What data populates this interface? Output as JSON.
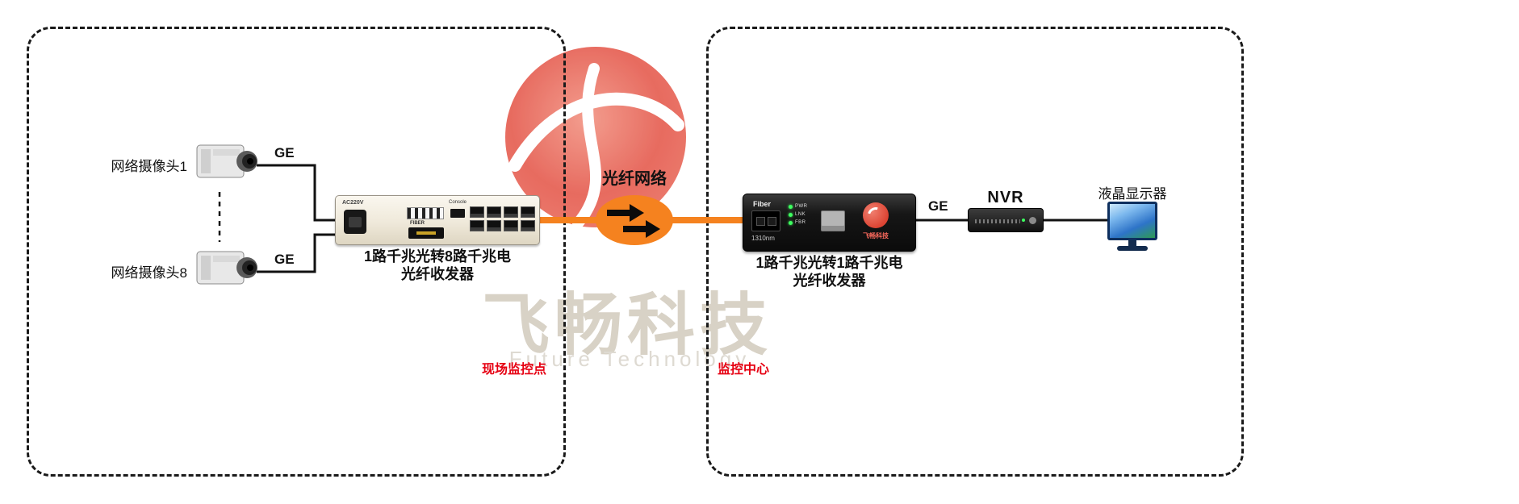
{
  "watermark": {
    "brand_large": "飞畅科技",
    "subtitle": "Future Technology"
  },
  "zones": {
    "site": {
      "label": "现场监控点"
    },
    "center": {
      "label": "监控中心"
    }
  },
  "cameras": {
    "camera1_label": "网络摄像头1",
    "camera8_label": "网络摄像头8"
  },
  "links": {
    "ge1": "GE",
    "ge2": "GE",
    "ge3": "GE"
  },
  "fiber_network_label": "光纤网络",
  "white_transceiver": {
    "ac_label": "AC220V",
    "fiber_label": "FIBER",
    "console_label": "Console",
    "caption_line1": "1路千兆光转8路千兆电",
    "caption_line2": "光纤收发器"
  },
  "black_converter": {
    "fiber_label": "Fiber",
    "wavelength": "1310nm",
    "led_labels": [
      "PWR",
      "LNK",
      "FBR"
    ],
    "brand": "飞畅科技",
    "caption_line1": "1路千兆光转1路千兆电",
    "caption_line2": "光纤收发器"
  },
  "nvr_label": "NVR",
  "monitor_label": "液晶显示器",
  "colors": {
    "fiber_orange": "#f5821f",
    "accent_red": "#e60012",
    "watermark_red": "#e4574a"
  }
}
